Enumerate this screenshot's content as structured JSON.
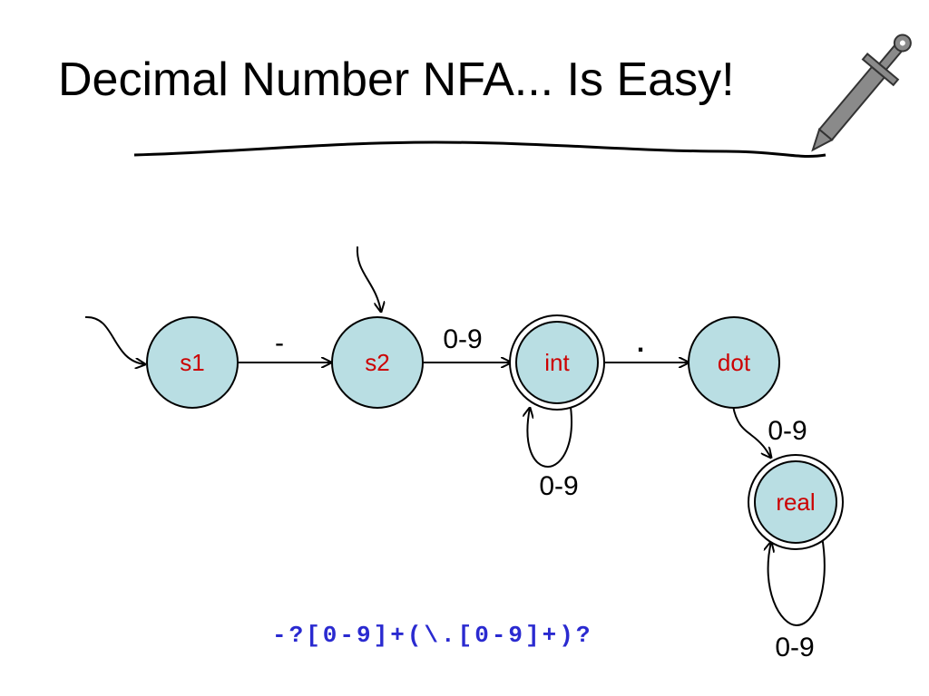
{
  "slide": {
    "title": "Decimal Number NFA... Is Easy!",
    "regex": "-?[0-9]+(\\.[0-9]+)?"
  },
  "states": {
    "s1": {
      "label": "s1"
    },
    "s2": {
      "label": "s2"
    },
    "int": {
      "label": "int"
    },
    "dot": {
      "label": "dot"
    },
    "real": {
      "label": "real"
    }
  },
  "edges": {
    "s1_s2": "-",
    "s2_int": "0-9",
    "int_dot": ".",
    "int_loop": "0-9",
    "dot_real": "0-9",
    "real_loop": "0-9"
  },
  "colors": {
    "state_fill": "#b9dee3",
    "state_label": "#cc0000",
    "regex": "#2a2ad0"
  },
  "icons": {
    "decoration": "sword-pen-icon"
  }
}
